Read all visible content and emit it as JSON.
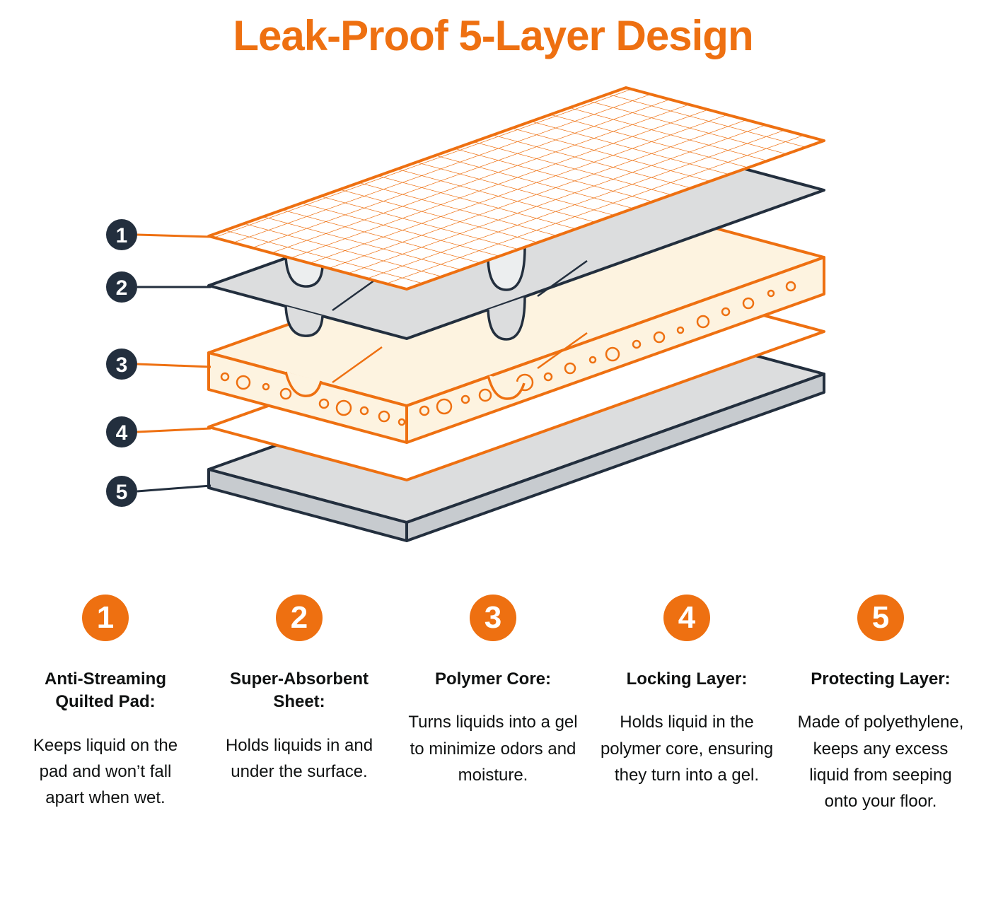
{
  "title": "Leak-Proof 5-Layer Design",
  "colors": {
    "accent_orange": "#EE7011",
    "dark_navy": "#232F3E",
    "layer_gray": "#DCDDDE",
    "layer_gray_edge": "#C7CBCF",
    "core_cream": "#FDF3E0",
    "text": "#0F1111",
    "background": "#FFFFFF"
  },
  "diagram": {
    "callout_numbers": [
      "1",
      "2",
      "3",
      "4",
      "5"
    ],
    "layer_names": [
      "quilted-mesh-top-layer",
      "super-absorbent-gray-sheet",
      "polymer-core-slab",
      "locking-layer-sheet",
      "protecting-bottom-slab"
    ]
  },
  "layers": [
    {
      "number": "1",
      "heading": "Anti-Streaming Quilted Pad:",
      "description": "Keeps liquid on the pad and won’t fall apart when wet."
    },
    {
      "number": "2",
      "heading": "Super-Absorbent Sheet:",
      "description": "Holds liquids in and under the surface."
    },
    {
      "number": "3",
      "heading": "Polymer Core:",
      "description": "Turns liquids into a gel to minimize odors and moisture."
    },
    {
      "number": "4",
      "heading": "Locking Layer:",
      "description": "Holds liquid in the polymer core, ensuring they turn into a gel."
    },
    {
      "number": "5",
      "heading": "Protecting Layer:",
      "description": "Made of polyethylene, keeps any excess liquid from seeping onto your floor."
    }
  ]
}
